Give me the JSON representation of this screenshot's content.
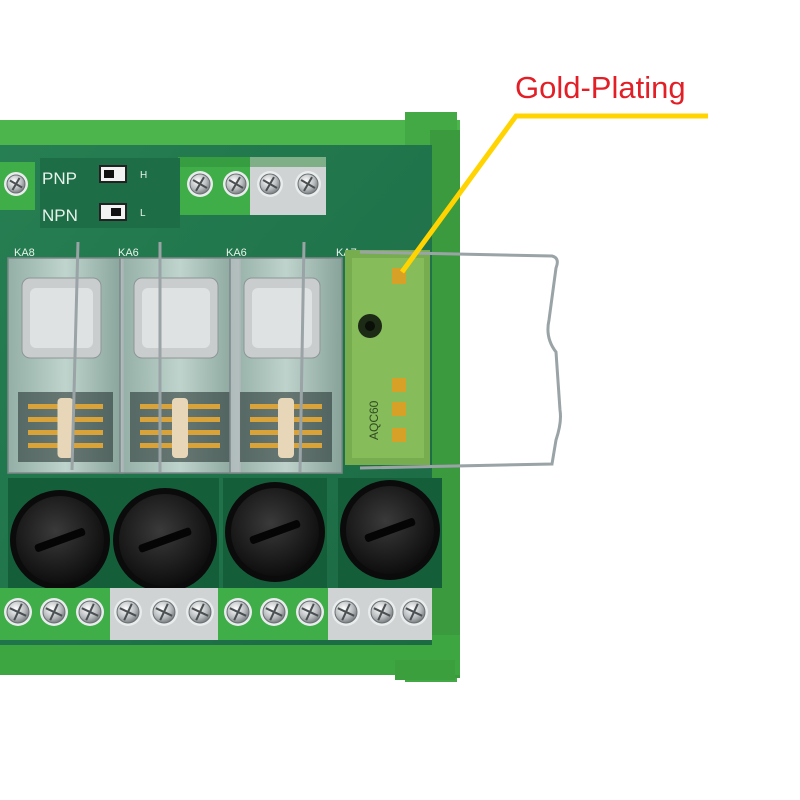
{
  "callout": {
    "label": "Gold-Plating",
    "line_color": "#ffd400",
    "text_color": "#e21f26"
  },
  "board": {
    "silkscreen": {
      "pnp_label": "PNP",
      "npn_label": "NPN",
      "h_label": "H",
      "l_label": "L",
      "relay_labels": [
        "KA8",
        "KA6",
        "KA6",
        "KA7"
      ],
      "socket_label": "AQC60"
    }
  },
  "colors": {
    "pcb": "#1f7a4d",
    "din_housing": "#45b046",
    "terminal_green": "#3fae48",
    "terminal_grey": "#cfd3d4",
    "gold": "#d6a126",
    "fuse_holder": "#1a1a1a"
  }
}
